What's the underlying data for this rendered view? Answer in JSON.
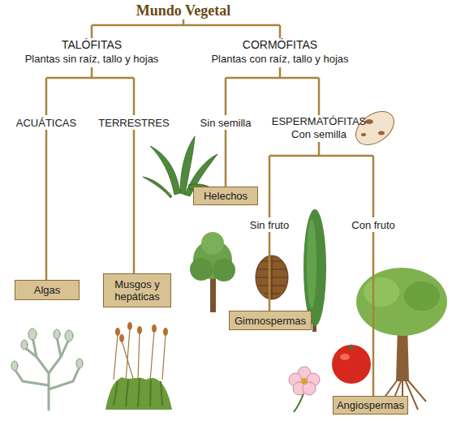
{
  "diagram": {
    "title": "Mundo Vegetal",
    "nodes": [
      {
        "text": [
          "Algas"
        ]
      },
      {
        "text": [
          "Musgos y hepáticas"
        ]
      },
      {
        "text": [
          "Helechos"
        ]
      },
      {
        "text": [
          "Gimnospermas"
        ]
      },
      {
        "text": [
          "Angiospermas"
        ]
      }
    ],
    "labels": [
      "TALÓFITAS",
      "Plantas sin raíz, tallo y hojas",
      "CORMÓFITAS",
      "Plantas con raíz, tallo y hojas",
      "ACUÁTICAS",
      "TERRESTRES",
      "Sin semilla",
      "ESPERMATÓFITAS",
      "Con semilla",
      "Sin fruto",
      "Con fruto"
    ]
  }
}
